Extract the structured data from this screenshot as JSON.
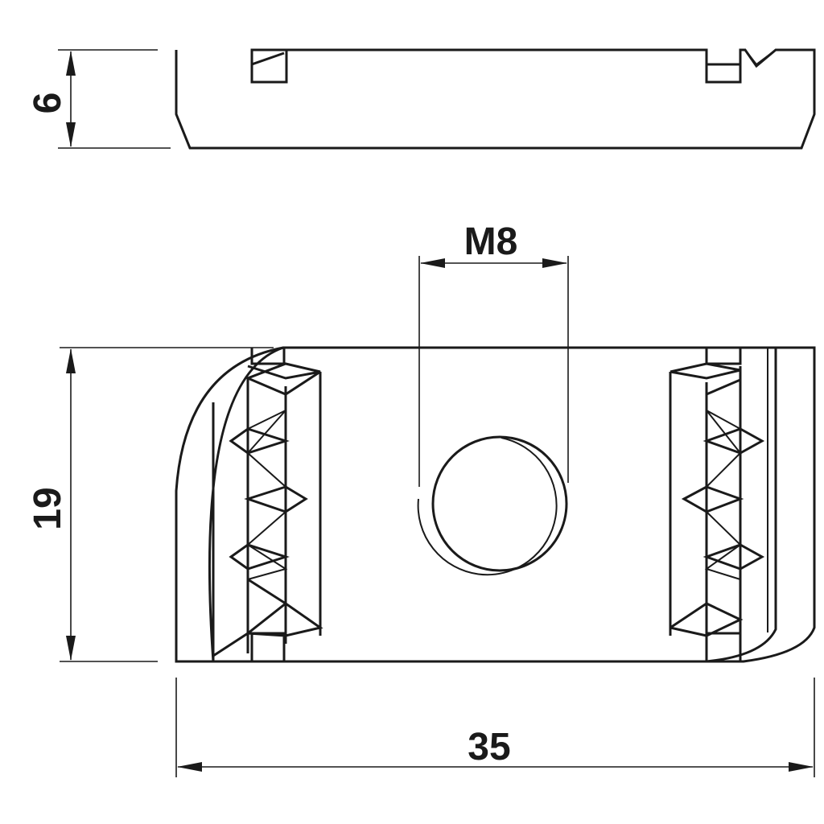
{
  "dimensions": {
    "thickness": "6",
    "thread": "M8",
    "width": "19",
    "length": "35"
  },
  "colors": {
    "line": "#1a1a1a",
    "background": "#ffffff"
  }
}
